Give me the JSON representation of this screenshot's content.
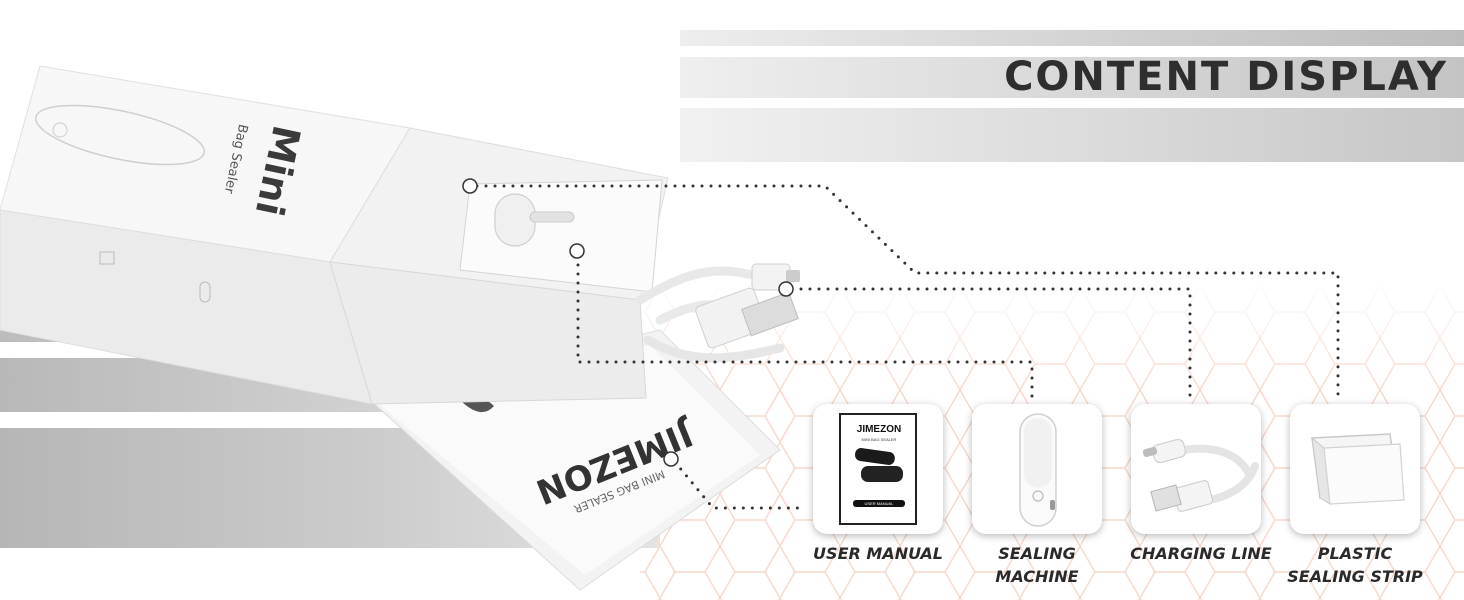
{
  "header": {
    "title": "CONTENT DISPLAY"
  },
  "package": {
    "product_name": "Mini",
    "product_subtitle": "Bag Sealer"
  },
  "manual": {
    "brand": "JIMEZON",
    "subtitle": "MINI BAG SEALER"
  },
  "items": [
    {
      "label": "USER MANUAL",
      "icon": "user-manual-icon"
    },
    {
      "label": "SEALING MACHINE",
      "icon": "sealing-machine-icon"
    },
    {
      "label": "CHARGING LINE",
      "icon": "charging-cable-icon"
    },
    {
      "label": "PLASTIC SEALING STRIP",
      "icon": "sealing-strip-icon"
    }
  ],
  "manual_card": {
    "brand": "JIMEZON",
    "subtitle": "MINI BAG SEALER",
    "footer": "USER MANUAL"
  },
  "colors": {
    "text_dark": "#2e2e2e",
    "hex_pattern": "#f6d9cc",
    "band_gray": "#cccccc"
  }
}
